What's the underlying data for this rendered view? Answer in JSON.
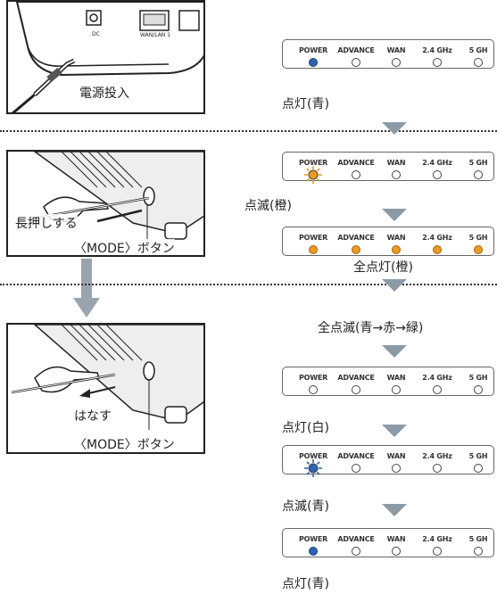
{
  "led_labels": [
    "POWER",
    "ADVANCE",
    "WAN",
    "2.4 GHz",
    "5 GH"
  ],
  "photo1": {
    "caption": "電源投入",
    "dc_label": "DC",
    "port_label": "WAN/LAN 1"
  },
  "photo2": {
    "caption_hold": "長押しする",
    "caption_button": "〈MODE〉ボタン"
  },
  "photo3": {
    "caption_release": "はなす",
    "caption_button": "〈MODE〉ボタン"
  },
  "states": [
    {
      "leds": [
        "blue",
        "off",
        "off",
        "off",
        "off"
      ],
      "caption": "点灯(青)"
    },
    {
      "leds": [
        "orange-blink",
        "off",
        "off",
        "off",
        "off"
      ],
      "caption": "点滅(橙)"
    },
    {
      "leds": [
        "orange",
        "orange",
        "orange",
        "orange",
        "orange"
      ],
      "caption": "全点灯(橙)"
    },
    {
      "leds": [],
      "caption": "全点滅(青→赤→緑)"
    },
    {
      "leds": [
        "off",
        "off",
        "off",
        "off",
        "off"
      ],
      "caption": "点灯(白)"
    },
    {
      "leds": [
        "blue-blink",
        "off",
        "off",
        "off",
        "off"
      ],
      "caption": "点滅(青)"
    },
    {
      "leds": [
        "blue",
        "off",
        "off",
        "off",
        "off"
      ],
      "caption": "点灯(青)"
    }
  ],
  "colors": {
    "blue": "#2a64b6",
    "orange": "#ee9a1e",
    "arrow": "#8c9aa6"
  }
}
